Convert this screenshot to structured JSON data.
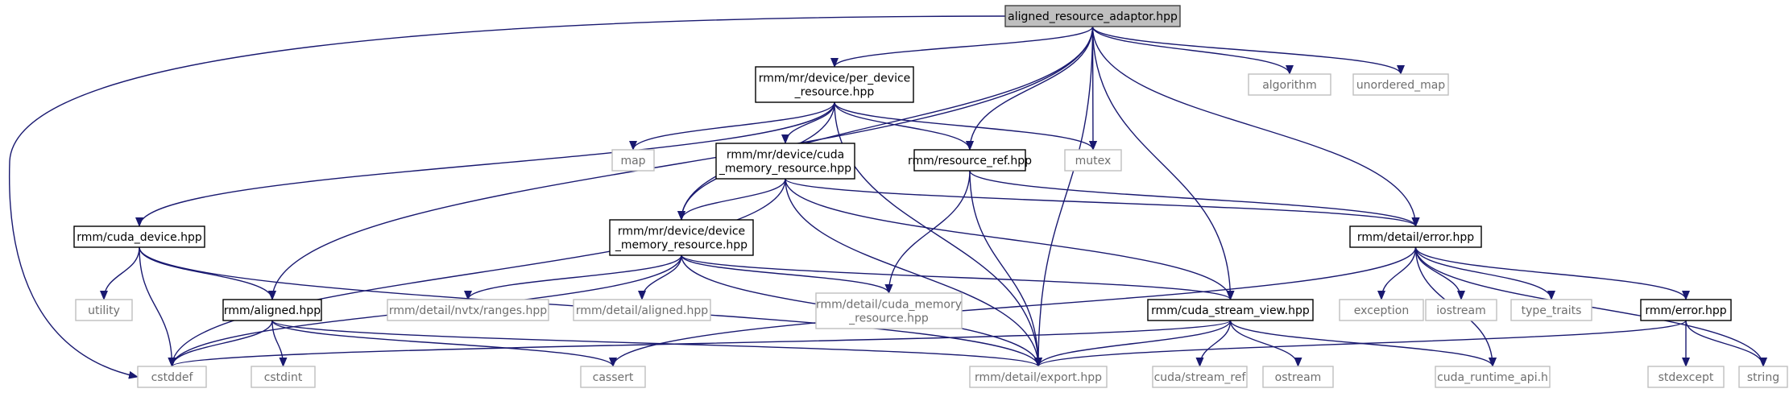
{
  "nodes": [
    {
      "id": "main",
      "kind": "main",
      "lines": [
        "aligned_resource_adaptor.hpp"
      ]
    },
    {
      "id": "per_device",
      "kind": "file",
      "lines": [
        "rmm/mr/device/per_device",
        "_resource.hpp"
      ]
    },
    {
      "id": "algorithm",
      "kind": "sys",
      "lines": [
        "algorithm"
      ]
    },
    {
      "id": "unordered_map",
      "kind": "sys",
      "lines": [
        "unordered_map"
      ]
    },
    {
      "id": "cuda_mr",
      "kind": "file",
      "lines": [
        "rmm/mr/device/cuda",
        "_memory_resource.hpp"
      ]
    },
    {
      "id": "map",
      "kind": "sys",
      "lines": [
        "map"
      ]
    },
    {
      "id": "resource_ref",
      "kind": "file",
      "lines": [
        "rmm/resource_ref.hpp"
      ]
    },
    {
      "id": "mutex",
      "kind": "sys",
      "lines": [
        "mutex"
      ]
    },
    {
      "id": "cuda_device",
      "kind": "file",
      "lines": [
        "rmm/cuda_device.hpp"
      ]
    },
    {
      "id": "device_mr",
      "kind": "file",
      "lines": [
        "rmm/mr/device/device",
        "_memory_resource.hpp"
      ]
    },
    {
      "id": "error_detail",
      "kind": "file",
      "lines": [
        "rmm/detail/error.hpp"
      ]
    },
    {
      "id": "utility",
      "kind": "sys",
      "lines": [
        "utility"
      ]
    },
    {
      "id": "aligned",
      "kind": "file",
      "lines": [
        "rmm/aligned.hpp"
      ]
    },
    {
      "id": "nvtx",
      "kind": "sys",
      "lines": [
        "rmm/detail/nvtx/ranges.hpp"
      ]
    },
    {
      "id": "detail_aligned",
      "kind": "sys",
      "lines": [
        "rmm/detail/aligned.hpp"
      ]
    },
    {
      "id": "detail_cuda_mr",
      "kind": "sys",
      "lines": [
        "rmm/detail/cuda_memory",
        "_resource.hpp"
      ]
    },
    {
      "id": "stream_view",
      "kind": "file",
      "lines": [
        "rmm/cuda_stream_view.hpp"
      ]
    },
    {
      "id": "exception",
      "kind": "sys",
      "lines": [
        "exception"
      ]
    },
    {
      "id": "iostream",
      "kind": "sys",
      "lines": [
        "iostream"
      ]
    },
    {
      "id": "type_traits",
      "kind": "sys",
      "lines": [
        "type_traits"
      ]
    },
    {
      "id": "error",
      "kind": "file",
      "lines": [
        "rmm/error.hpp"
      ]
    },
    {
      "id": "string",
      "kind": "sys",
      "lines": [
        "string"
      ]
    },
    {
      "id": "cstddef",
      "kind": "sys",
      "lines": [
        "cstddef"
      ]
    },
    {
      "id": "cstdint",
      "kind": "sys",
      "lines": [
        "cstdint"
      ]
    },
    {
      "id": "cassert",
      "kind": "sys",
      "lines": [
        "cassert"
      ]
    },
    {
      "id": "export",
      "kind": "sys",
      "lines": [
        "rmm/detail/export.hpp"
      ]
    },
    {
      "id": "stream_ref",
      "kind": "sys",
      "lines": [
        "cuda/stream_ref"
      ]
    },
    {
      "id": "ostream",
      "kind": "sys",
      "lines": [
        "ostream"
      ]
    },
    {
      "id": "runtime_api",
      "kind": "sys",
      "lines": [
        "cuda_runtime_api.h"
      ]
    },
    {
      "id": "stdexcept",
      "kind": "sys",
      "lines": [
        "stdexcept"
      ]
    }
  ],
  "edges": [
    [
      "main",
      "per_device"
    ],
    [
      "main",
      "algorithm"
    ],
    [
      "main",
      "unordered_map"
    ],
    [
      "main",
      "resource_ref"
    ],
    [
      "main",
      "mutex"
    ],
    [
      "main",
      "device_mr"
    ],
    [
      "main",
      "error_detail"
    ],
    [
      "main",
      "aligned"
    ],
    [
      "main",
      "stream_view"
    ],
    [
      "main",
      "export"
    ],
    [
      "main",
      "cstddef"
    ],
    [
      "per_device",
      "map"
    ],
    [
      "per_device",
      "cuda_mr"
    ],
    [
      "per_device",
      "resource_ref"
    ],
    [
      "per_device",
      "mutex"
    ],
    [
      "per_device",
      "cuda_device"
    ],
    [
      "per_device",
      "device_mr"
    ],
    [
      "per_device",
      "export"
    ],
    [
      "cuda_mr",
      "device_mr"
    ],
    [
      "cuda_mr",
      "error_detail"
    ],
    [
      "cuda_mr",
      "stream_view"
    ],
    [
      "cuda_mr",
      "cstddef"
    ],
    [
      "cuda_mr",
      "export"
    ],
    [
      "resource_ref",
      "error_detail"
    ],
    [
      "resource_ref",
      "detail_cuda_mr"
    ],
    [
      "resource_ref",
      "export"
    ],
    [
      "cuda_device",
      "utility"
    ],
    [
      "cuda_device",
      "aligned"
    ],
    [
      "cuda_device",
      "cstddef"
    ],
    [
      "cuda_device",
      "export"
    ],
    [
      "device_mr",
      "nvtx"
    ],
    [
      "device_mr",
      "detail_aligned"
    ],
    [
      "device_mr",
      "detail_cuda_mr"
    ],
    [
      "device_mr",
      "stream_view"
    ],
    [
      "device_mr",
      "cstddef"
    ],
    [
      "device_mr",
      "export"
    ],
    [
      "error_detail",
      "exception"
    ],
    [
      "error_detail",
      "iostream"
    ],
    [
      "error_detail",
      "type_traits"
    ],
    [
      "error_detail",
      "error"
    ],
    [
      "error_detail",
      "string"
    ],
    [
      "error_detail",
      "runtime_api"
    ],
    [
      "error_detail",
      "cassert"
    ],
    [
      "aligned",
      "cstddef"
    ],
    [
      "aligned",
      "cstdint"
    ],
    [
      "aligned",
      "cassert"
    ],
    [
      "aligned",
      "export"
    ],
    [
      "stream_view",
      "stream_ref"
    ],
    [
      "stream_view",
      "ostream"
    ],
    [
      "stream_view",
      "runtime_api"
    ],
    [
      "stream_view",
      "export"
    ],
    [
      "stream_view",
      "cstddef"
    ],
    [
      "error",
      "stdexcept"
    ],
    [
      "error",
      "string"
    ],
    [
      "error",
      "export"
    ]
  ],
  "colors": {
    "edge": "#191970",
    "main_fill": "#bfbfbf",
    "file_border": "#000000",
    "sys_border": "#bfbfbf",
    "sys_text": "#6f6f6f"
  }
}
